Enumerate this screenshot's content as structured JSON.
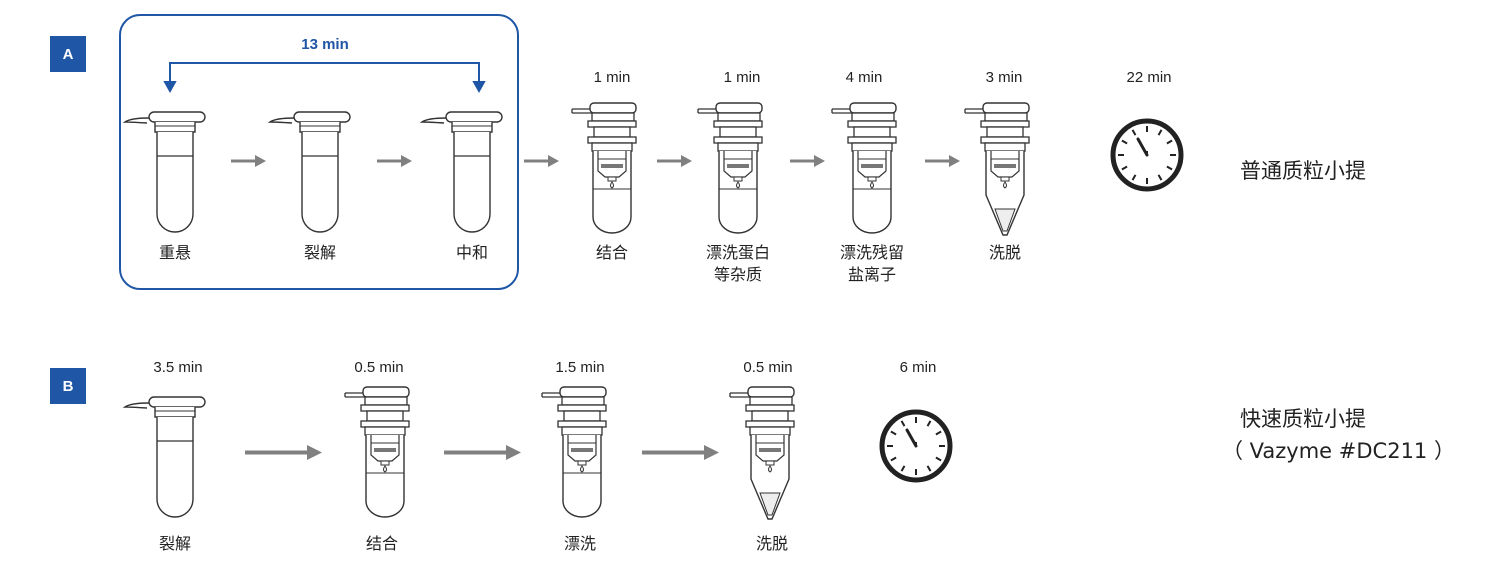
{
  "panel_a": {
    "badge": "A",
    "bracket_time": "13 min",
    "steps": [
      {
        "label": "重悬"
      },
      {
        "label": "裂解"
      },
      {
        "label": "中和"
      },
      {
        "label": "结合",
        "time": "1 min"
      },
      {
        "label_lines": [
          "漂洗蛋白",
          "等杂质"
        ],
        "time": "1 min"
      },
      {
        "label_lines": [
          "漂洗残留",
          "盐离子"
        ],
        "time": "4 min"
      },
      {
        "label": "洗脱",
        "time": "3 min"
      }
    ],
    "total_time": "22 min",
    "method_name": "普通质粒小提"
  },
  "panel_b": {
    "badge": "B",
    "steps": [
      {
        "label": "裂解",
        "time": "3.5 min"
      },
      {
        "label": "结合",
        "time": "0.5 min"
      },
      {
        "label": "漂洗",
        "time": "1.5 min"
      },
      {
        "label": "洗脱",
        "time": "0.5 min"
      }
    ],
    "total_time": "6 min",
    "method_name": "快速质粒小提",
    "product_code": "（ Vazyme #DC211 ）"
  },
  "colors": {
    "accent": "#1f56a6",
    "arrow": "#808080",
    "outline": "#333333"
  }
}
